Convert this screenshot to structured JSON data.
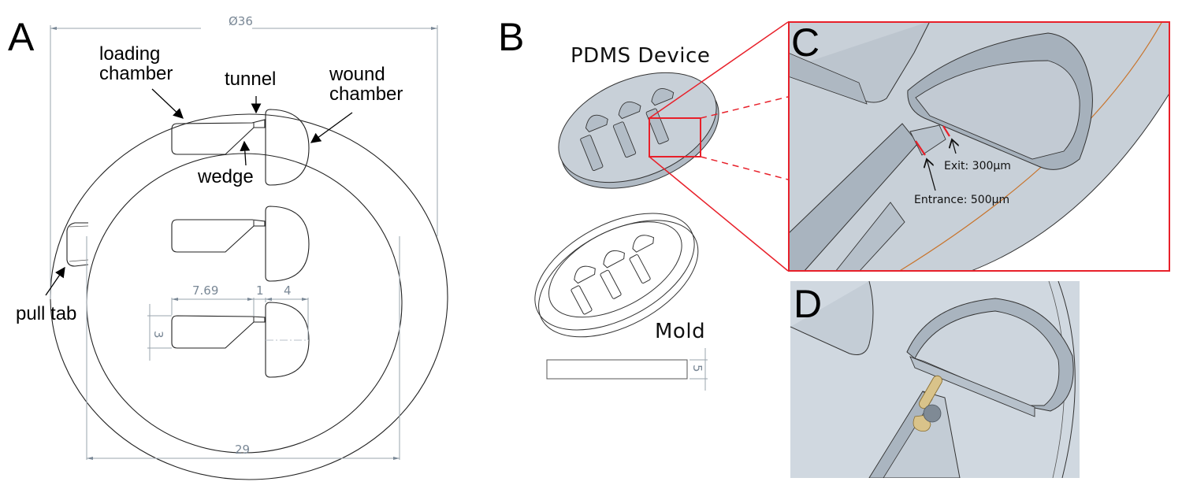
{
  "figure": {
    "panels": [
      {
        "letter": "A",
        "title": "Top-view engineering drawing"
      },
      {
        "letter": "B",
        "title": "Isometric views"
      },
      {
        "letter": "C",
        "title": "Tunnel close-up"
      },
      {
        "letter": "D",
        "title": "Wound model placement"
      }
    ]
  },
  "panel_a": {
    "letter": "A",
    "labels": {
      "loading_chamber_line1": "loading",
      "loading_chamber_line2": "chamber",
      "tunnel": "tunnel",
      "wound_chamber_line1": "wound",
      "wound_chamber_line2": "chamber",
      "wedge": "wedge",
      "pull_tab": "pull tab"
    },
    "dimensions": {
      "outer_diameter": "Ø36",
      "inner_width": "29",
      "loading_length": "7.69",
      "tunnel_length": "1",
      "wound_depth": "4",
      "loading_height": "3"
    }
  },
  "panel_b": {
    "letter": "B",
    "device_title": "PDMS Device",
    "mold_title": "Mold",
    "mold_thickness": "5"
  },
  "panel_c": {
    "letter": "C",
    "exit_label": "Exit: 300µm",
    "entrance_label": "Entrance: 500µm"
  },
  "panel_d": {
    "letter": "D"
  },
  "colors": {
    "highlight_red": "#e8202a",
    "cad_surface": "#c8d0d8",
    "cad_wall": "#a9b4bf",
    "edge_orange": "#c8742c",
    "dimension_gray": "#7a8896",
    "wound_tan": "#d9c38a"
  }
}
